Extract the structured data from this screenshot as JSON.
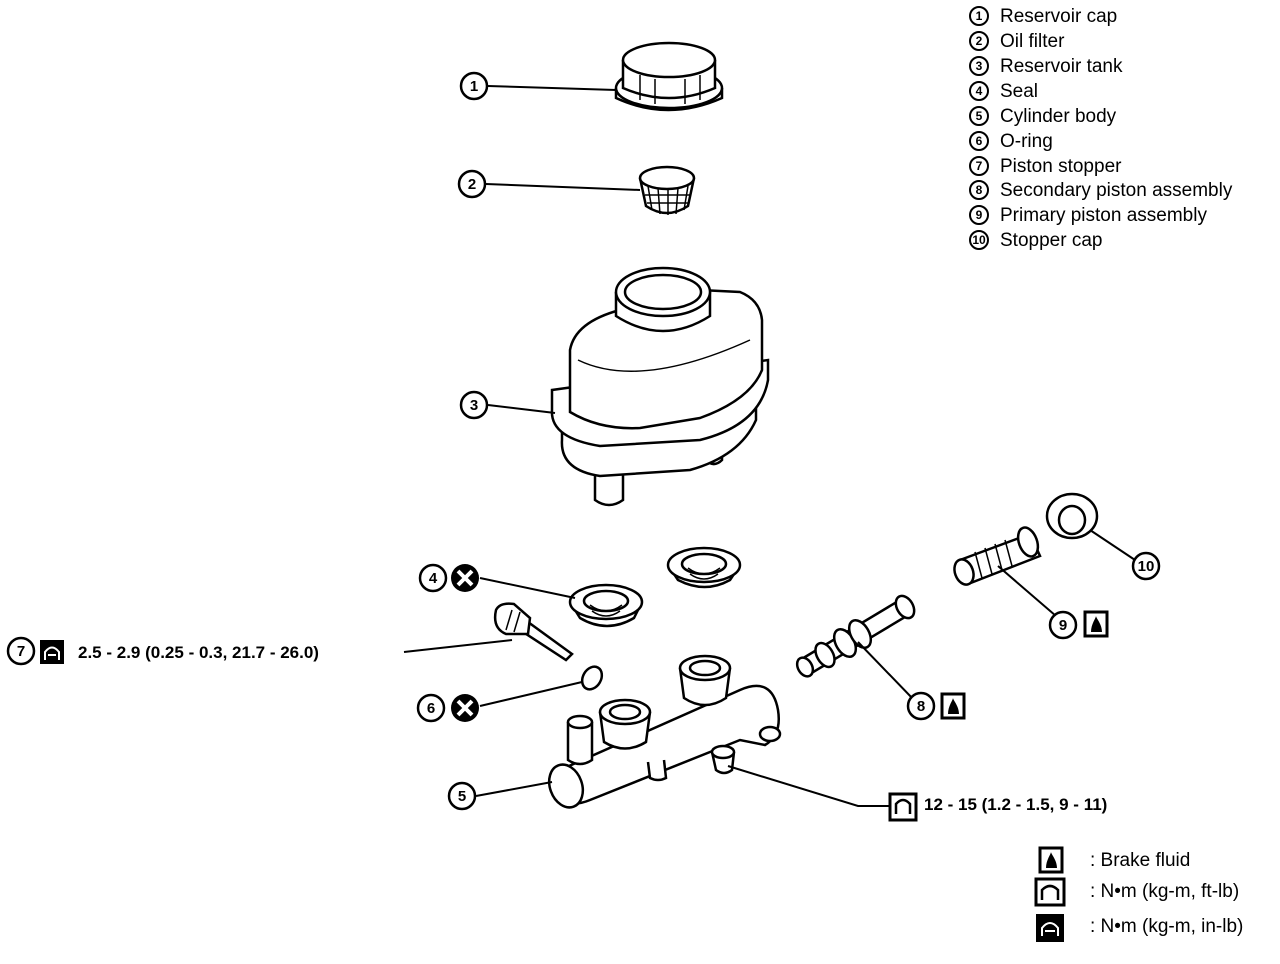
{
  "legend": {
    "items": [
      {
        "num": "1",
        "label": "Reservoir cap"
      },
      {
        "num": "2",
        "label": "Oil filter"
      },
      {
        "num": "3",
        "label": "Reservoir tank"
      },
      {
        "num": "4",
        "label": "Seal"
      },
      {
        "num": "5",
        "label": "Cylinder body"
      },
      {
        "num": "6",
        "label": "O-ring"
      },
      {
        "num": "7",
        "label": "Piston stopper"
      },
      {
        "num": "8",
        "label": "Secondary piston assembly"
      },
      {
        "num": "9",
        "label": "Primary piston assembly"
      },
      {
        "num": "10",
        "label": "Stopper cap"
      }
    ]
  },
  "callouts": {
    "c1": "1",
    "c2": "2",
    "c3": "3",
    "c4": "4",
    "c5": "5",
    "c6": "6",
    "c7": "7",
    "c8": "8",
    "c9": "9",
    "c10": "10"
  },
  "torque": {
    "piston_stopper": "2.5 - 2.9 (0.25 - 0.3, 21.7 - 26.0)",
    "cylinder_bolt": "12 - 15 (1.2 - 1.5, 9 - 11)"
  },
  "symbol_key": {
    "brake_fluid": ": Brake fluid",
    "nm_ftlb": ": N•m (kg-m, ft-lb)",
    "nm_inlb": ": N•m (kg-m, in-lb)"
  },
  "icons": [
    "brake-fluid-icon",
    "torque-ftlb-icon",
    "torque-inlb-icon",
    "do-not-reuse-icon"
  ]
}
